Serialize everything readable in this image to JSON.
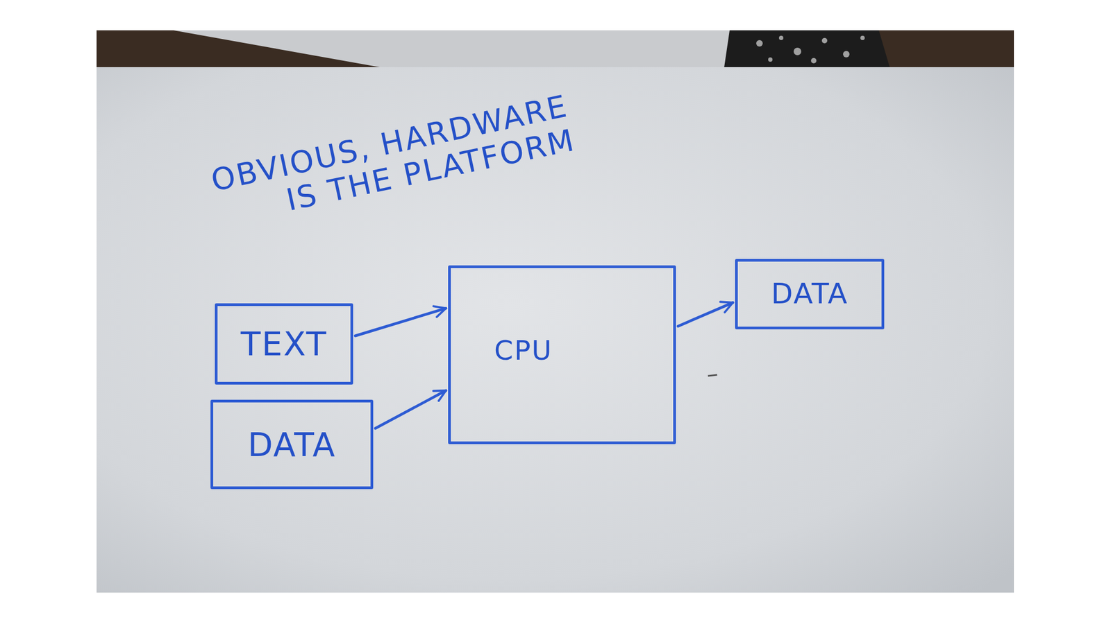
{
  "diagram": {
    "title": "OBVIOUS, HARDWARE IS THE PLATFORM",
    "nodes": [
      {
        "text": [
          "TEXT"
        ]
      },
      {
        "text": [
          "DATA"
        ]
      },
      {
        "text": [
          "CPU"
        ]
      },
      {
        "text": [
          "DATA"
        ]
      }
    ],
    "edges": [
      {
        "from": 0,
        "to": 2,
        "arrow": "to"
      },
      {
        "from": 1,
        "to": 2,
        "arrow": "to"
      },
      {
        "from": 2,
        "to": 3,
        "arrow": "to"
      }
    ]
  }
}
